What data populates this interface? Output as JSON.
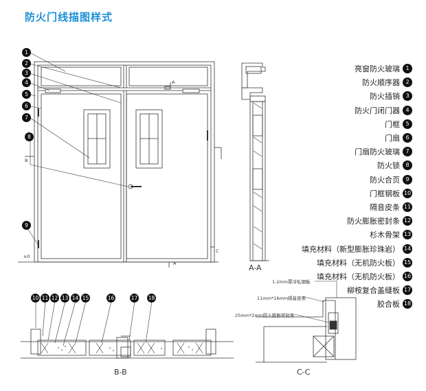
{
  "title": "防火门线描图样式",
  "legend": [
    {
      "n": "1",
      "label": "亮窗防火玻璃"
    },
    {
      "n": "2",
      "label": "防火顺序器"
    },
    {
      "n": "3",
      "label": "防火插销"
    },
    {
      "n": "4",
      "label": "防火门闭门器"
    },
    {
      "n": "5",
      "label": "门框"
    },
    {
      "n": "6",
      "label": "门扇"
    },
    {
      "n": "7",
      "label": "门扇防火玻璃"
    },
    {
      "n": "8",
      "label": "防火锁"
    },
    {
      "n": "9",
      "label": "防火合页"
    },
    {
      "n": "10",
      "label": "门框钢板"
    },
    {
      "n": "11",
      "label": "隔音皮条"
    },
    {
      "n": "12",
      "label": "防火膨胀密封条"
    },
    {
      "n": "13",
      "label": "杉木骨架"
    },
    {
      "n": "14",
      "label": "填充材料（新型膨胀珍珠岩）"
    },
    {
      "n": "15",
      "label": "填充材料（无机防火板）"
    },
    {
      "n": "16",
      "label": "填充材料（无机防火板）"
    },
    {
      "n": "17",
      "label": "柳桉复合盖缝板"
    },
    {
      "n": "18",
      "label": "胶合板"
    }
  ],
  "elevation_callouts": [
    "1",
    "2",
    "3",
    "4",
    "5",
    "6",
    "7",
    "8",
    "9"
  ],
  "bb_callouts": [
    "10",
    "11",
    "12",
    "13",
    "14",
    "15",
    "16",
    "17",
    "18"
  ],
  "sections": {
    "aa": "A-A",
    "bb": "B-B",
    "cc": "C-C"
  },
  "section_marks": {
    "a_top": "A",
    "a_bottom": "A",
    "b": "B",
    "c": "C",
    "floor": "±0"
  },
  "cc_notes": [
    "1.2mm厚冷轧钢板",
    "11mm*16mm隔音皮条",
    "25mm*2mm防火膨胀密封条"
  ]
}
